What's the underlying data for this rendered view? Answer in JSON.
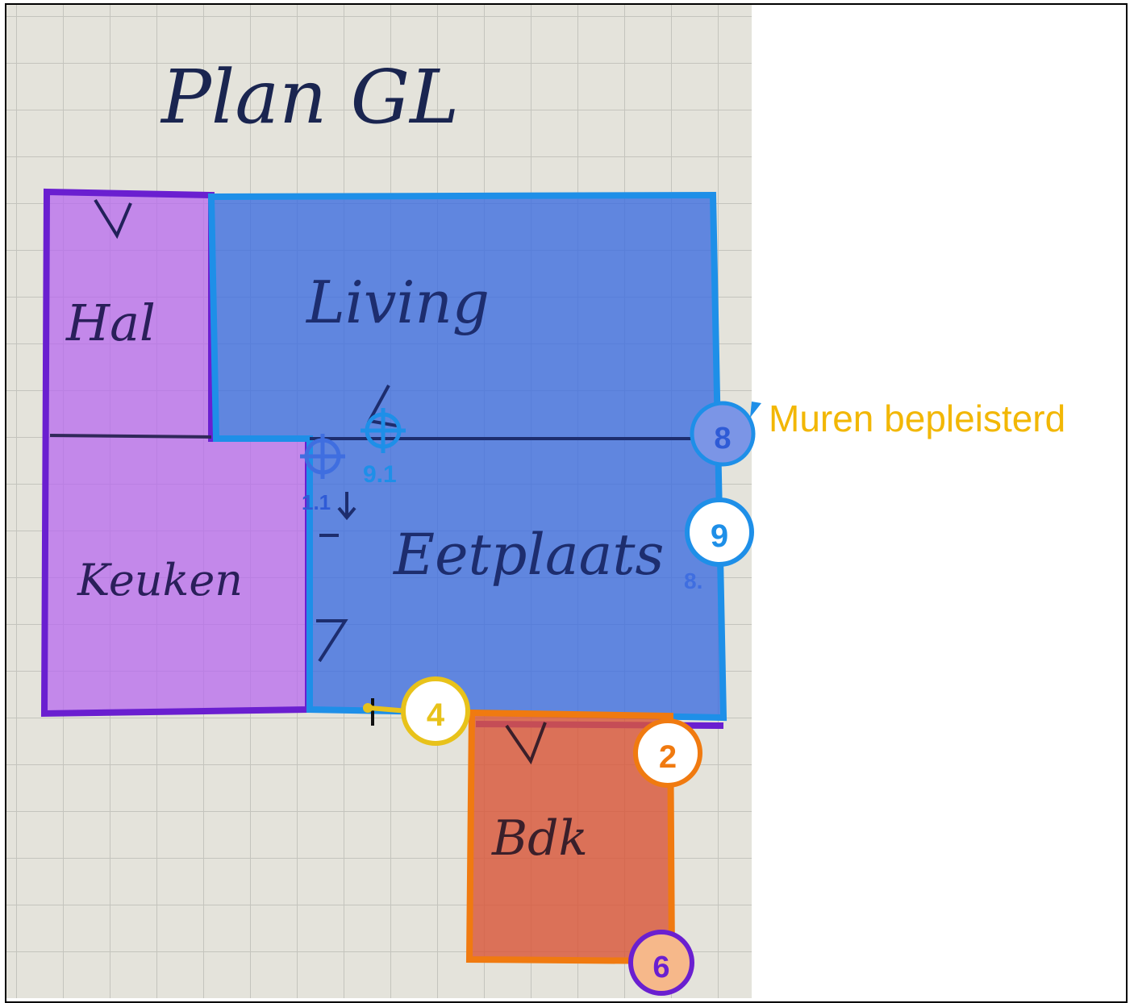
{
  "title": "Plan GL",
  "rooms": {
    "hal": "Hal",
    "living": "Living",
    "keuken": "Keuken",
    "zetplaats": "Eetplaats",
    "badkamer": "Bdk"
  },
  "markers": {
    "m8": "8",
    "m9": "9",
    "m4": "4",
    "m2": "2",
    "m6": "6",
    "m91": "9.1",
    "m81": "8.",
    "m11": "1.1"
  },
  "callout": {
    "text": "Muren bepleisterd",
    "color": "#f2b705"
  },
  "colors": {
    "paper": "#e6e5dd",
    "grid": "#c6c6c0",
    "purple": "#6a1fd0",
    "purple_fill": "#b565f0",
    "blue": "#1e8fe8",
    "blue_fill": "#3f6ee0",
    "orange": "#f07a10",
    "orange_fill": "#d9583a",
    "yellow": "#e8c21a",
    "ink": "#1a2a6a"
  }
}
